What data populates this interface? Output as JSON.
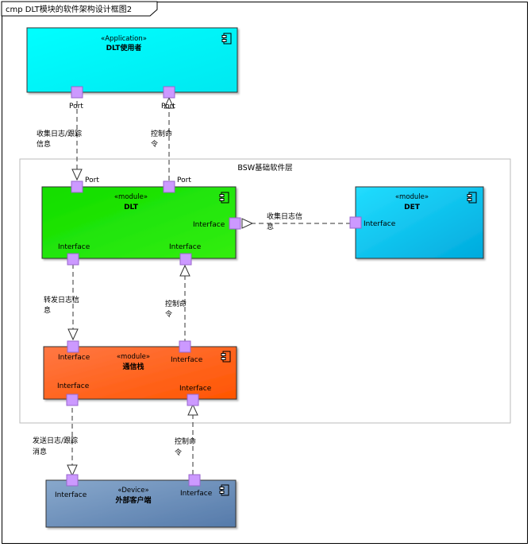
{
  "diagram": {
    "title": "cmp DLT模块的软件架构设计框图2",
    "package": {
      "label": "BSW基础软件层"
    },
    "components": {
      "app": {
        "stereotype": "«Application»",
        "name": "DLT使用者"
      },
      "dlt": {
        "stereotype": "«module»",
        "name": "DLT"
      },
      "det": {
        "stereotype": "«module»",
        "name": "DET"
      },
      "comm": {
        "stereotype": "«module»",
        "name": "通信栈"
      },
      "device": {
        "stereotype": "«Device»",
        "name": "外部客户端"
      }
    },
    "ports": {
      "app_port1": "Port",
      "app_port2": "Port",
      "dlt_port1": "Port",
      "dlt_port2": "Port",
      "dlt_if_right": "Interface",
      "dlt_if_bottom1": "Interface",
      "dlt_if_bottom2": "Interface",
      "det_if": "Interface",
      "comm_if_top1": "Interface",
      "comm_if_top2": "Interface",
      "comm_if_bottom1": "Interface",
      "comm_if_bottom2": "Interface",
      "device_if1": "Interface",
      "device_if2": "Interface"
    },
    "connectors": {
      "c1_line1": "收集日志/跟踪",
      "c1_line2": "信息",
      "c2_line1": "控制命",
      "c2_line2": "令",
      "c3_line1": "收集日志信",
      "c3_line2": "息",
      "c4_line1": "转发日志信",
      "c4_line2": "息",
      "c5_line1": "控制命",
      "c5_line2": "令",
      "c6_line1": "发送日志/跟踪",
      "c6_line2": "消息",
      "c7_line1": "控制命",
      "c7_line2": "令"
    },
    "colors": {
      "app": "#00ffff",
      "dlt": "#22dd00",
      "det": "#11ccee",
      "comm": "#ff6622",
      "device": "#6a8fba",
      "port": "#cc99ff"
    }
  }
}
